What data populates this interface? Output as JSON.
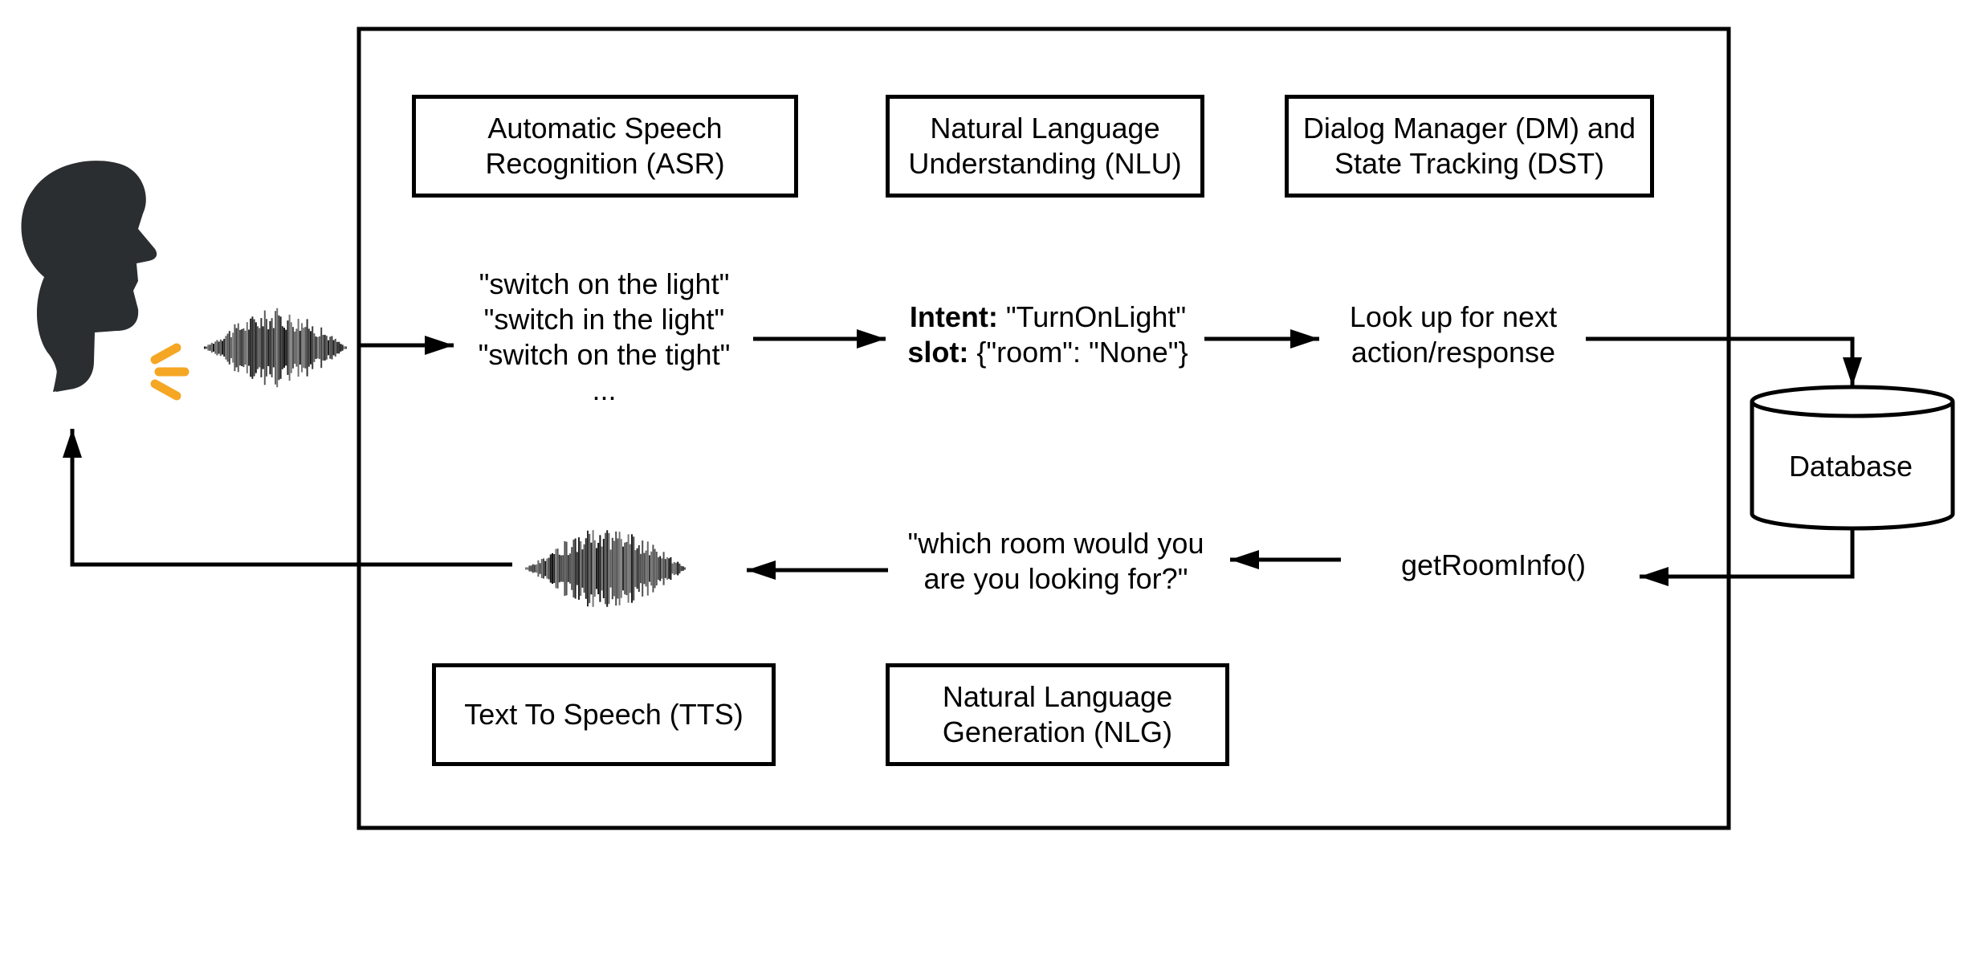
{
  "components": {
    "asr": [
      "Automatic Speech",
      "Recognition (ASR)"
    ],
    "nlu": [
      "Natural Language",
      "Understanding (NLU)"
    ],
    "dm": [
      "Dialog Manager (DM) and",
      "State Tracking (DST)"
    ],
    "tts": "Text To Speech (TTS)",
    "nlg": [
      "Natural Language",
      "Generation (NLG)"
    ]
  },
  "asr_hypotheses": [
    "\"switch on the light\"",
    "\"switch in the light\"",
    "\"switch on the tight\"",
    "..."
  ],
  "nlu_output": {
    "intent_key": "Intent:",
    "intent_value": " \"TurnOnLight\"",
    "slot_key": "slot:",
    "slot_value": " {\"room\": \"None\"}"
  },
  "dm_action": [
    "Look up for next",
    "action/response"
  ],
  "database": "Database",
  "db_call": "getRoomInfo()",
  "nlg_output": [
    "\"which room would you",
    "are you looking for?\""
  ],
  "colors": {
    "head": "#2b2e30",
    "sound_marks": "#f5a623",
    "stroke": "#000000"
  },
  "icons": {
    "speaker": "speaking-head-icon",
    "waveform": "audio-waveform-icon"
  }
}
